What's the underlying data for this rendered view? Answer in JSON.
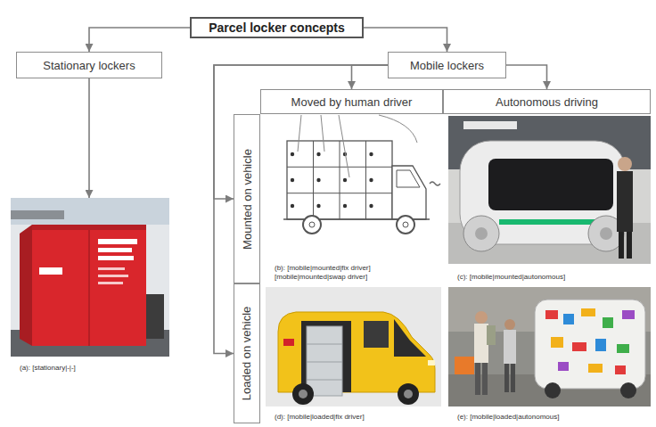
{
  "diagram": {
    "nodes": [
      {
        "text": [
          "Parcel locker concepts"
        ]
      },
      {
        "text": [
          "Stationary lockers"
        ]
      },
      {
        "text": [
          "Mobile lockers"
        ]
      },
      {
        "text": [
          "Moved by human driver"
        ]
      },
      {
        "text": [
          "Autonomous driving"
        ]
      },
      {
        "text": [
          "Mounted on vehicle"
        ]
      },
      {
        "text": [
          "Loaded on vehicle"
        ]
      },
      {
        "text": [
          "(a): [stationary|-|-]"
        ]
      },
      {
        "text": [
          "(b): [mobile|mounted|fix driver] [mobile|mounted|swap driver]"
        ]
      },
      {
        "text": [
          "(c): [mobile|mounted|autonomous]"
        ]
      },
      {
        "text": [
          "(d): [mobile|loaded|fix driver]"
        ]
      },
      {
        "text": [
          "(e): [mobile|loaded|autonomous]"
        ]
      }
    ],
    "edges": [
      {
        "from": 0,
        "to": 1,
        "arrow": "to"
      },
      {
        "from": 0,
        "to": 2,
        "arrow": "to"
      },
      {
        "from": 1,
        "to": 7,
        "arrow": "to"
      },
      {
        "from": 2,
        "to": 3,
        "arrow": "to"
      },
      {
        "from": 2,
        "to": 4,
        "arrow": "to"
      },
      {
        "from": 2,
        "to": 5,
        "arrow": "to"
      },
      {
        "from": 2,
        "to": 6,
        "arrow": "to"
      }
    ]
  }
}
